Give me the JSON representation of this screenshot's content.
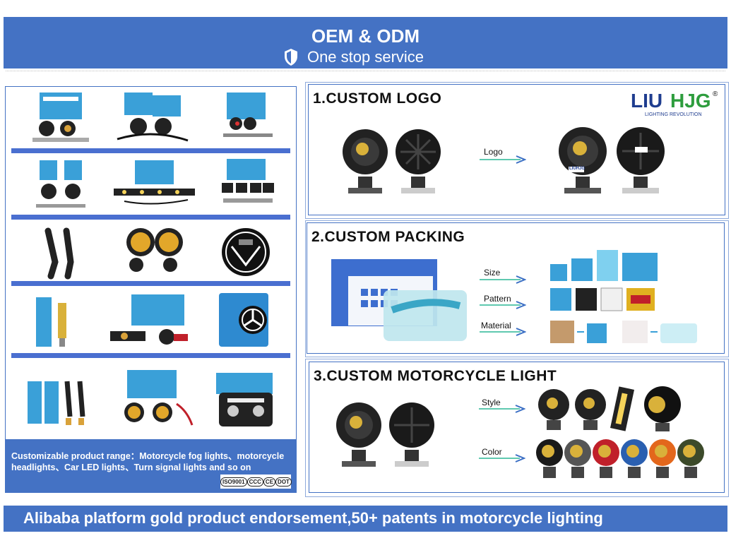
{
  "header": {
    "title": "OEM & ODM",
    "subtitle": "One stop service",
    "bg_color": "#4472c4"
  },
  "left_panel": {
    "caption": "Customizable product range：Motorcycle fog lights、motorcycle headlights、Car LED lights、Turn signal lights and so on",
    "certifications": [
      "ISO9001",
      "CCC",
      "CE",
      "DOT"
    ]
  },
  "panels": [
    {
      "title": "1.CUSTOM LOGO",
      "brand": {
        "name": "LIU HJG",
        "registered": "®",
        "tagline": "LIGHTING REVOLUTION"
      },
      "arrows": [
        {
          "label": "Logo"
        }
      ],
      "callout": "LIUHJG"
    },
    {
      "title": "2.CUSTOM PACKING",
      "arrows": [
        {
          "label": "Size"
        },
        {
          "label": "Pattern"
        },
        {
          "label": "Material"
        }
      ]
    },
    {
      "title": "3.CUSTOM MOTORCYCLE LIGHT",
      "arrows": [
        {
          "label": "Style"
        },
        {
          "label": "Color"
        }
      ],
      "colors": [
        "#1a1a1a",
        "#555555",
        "#c0202a",
        "#2a5fb0",
        "#e3671c",
        "#3c4a2a"
      ]
    }
  ],
  "footer": {
    "text": "Alibaba platform gold product endorsement,50+ patents in motorcycle lighting"
  }
}
